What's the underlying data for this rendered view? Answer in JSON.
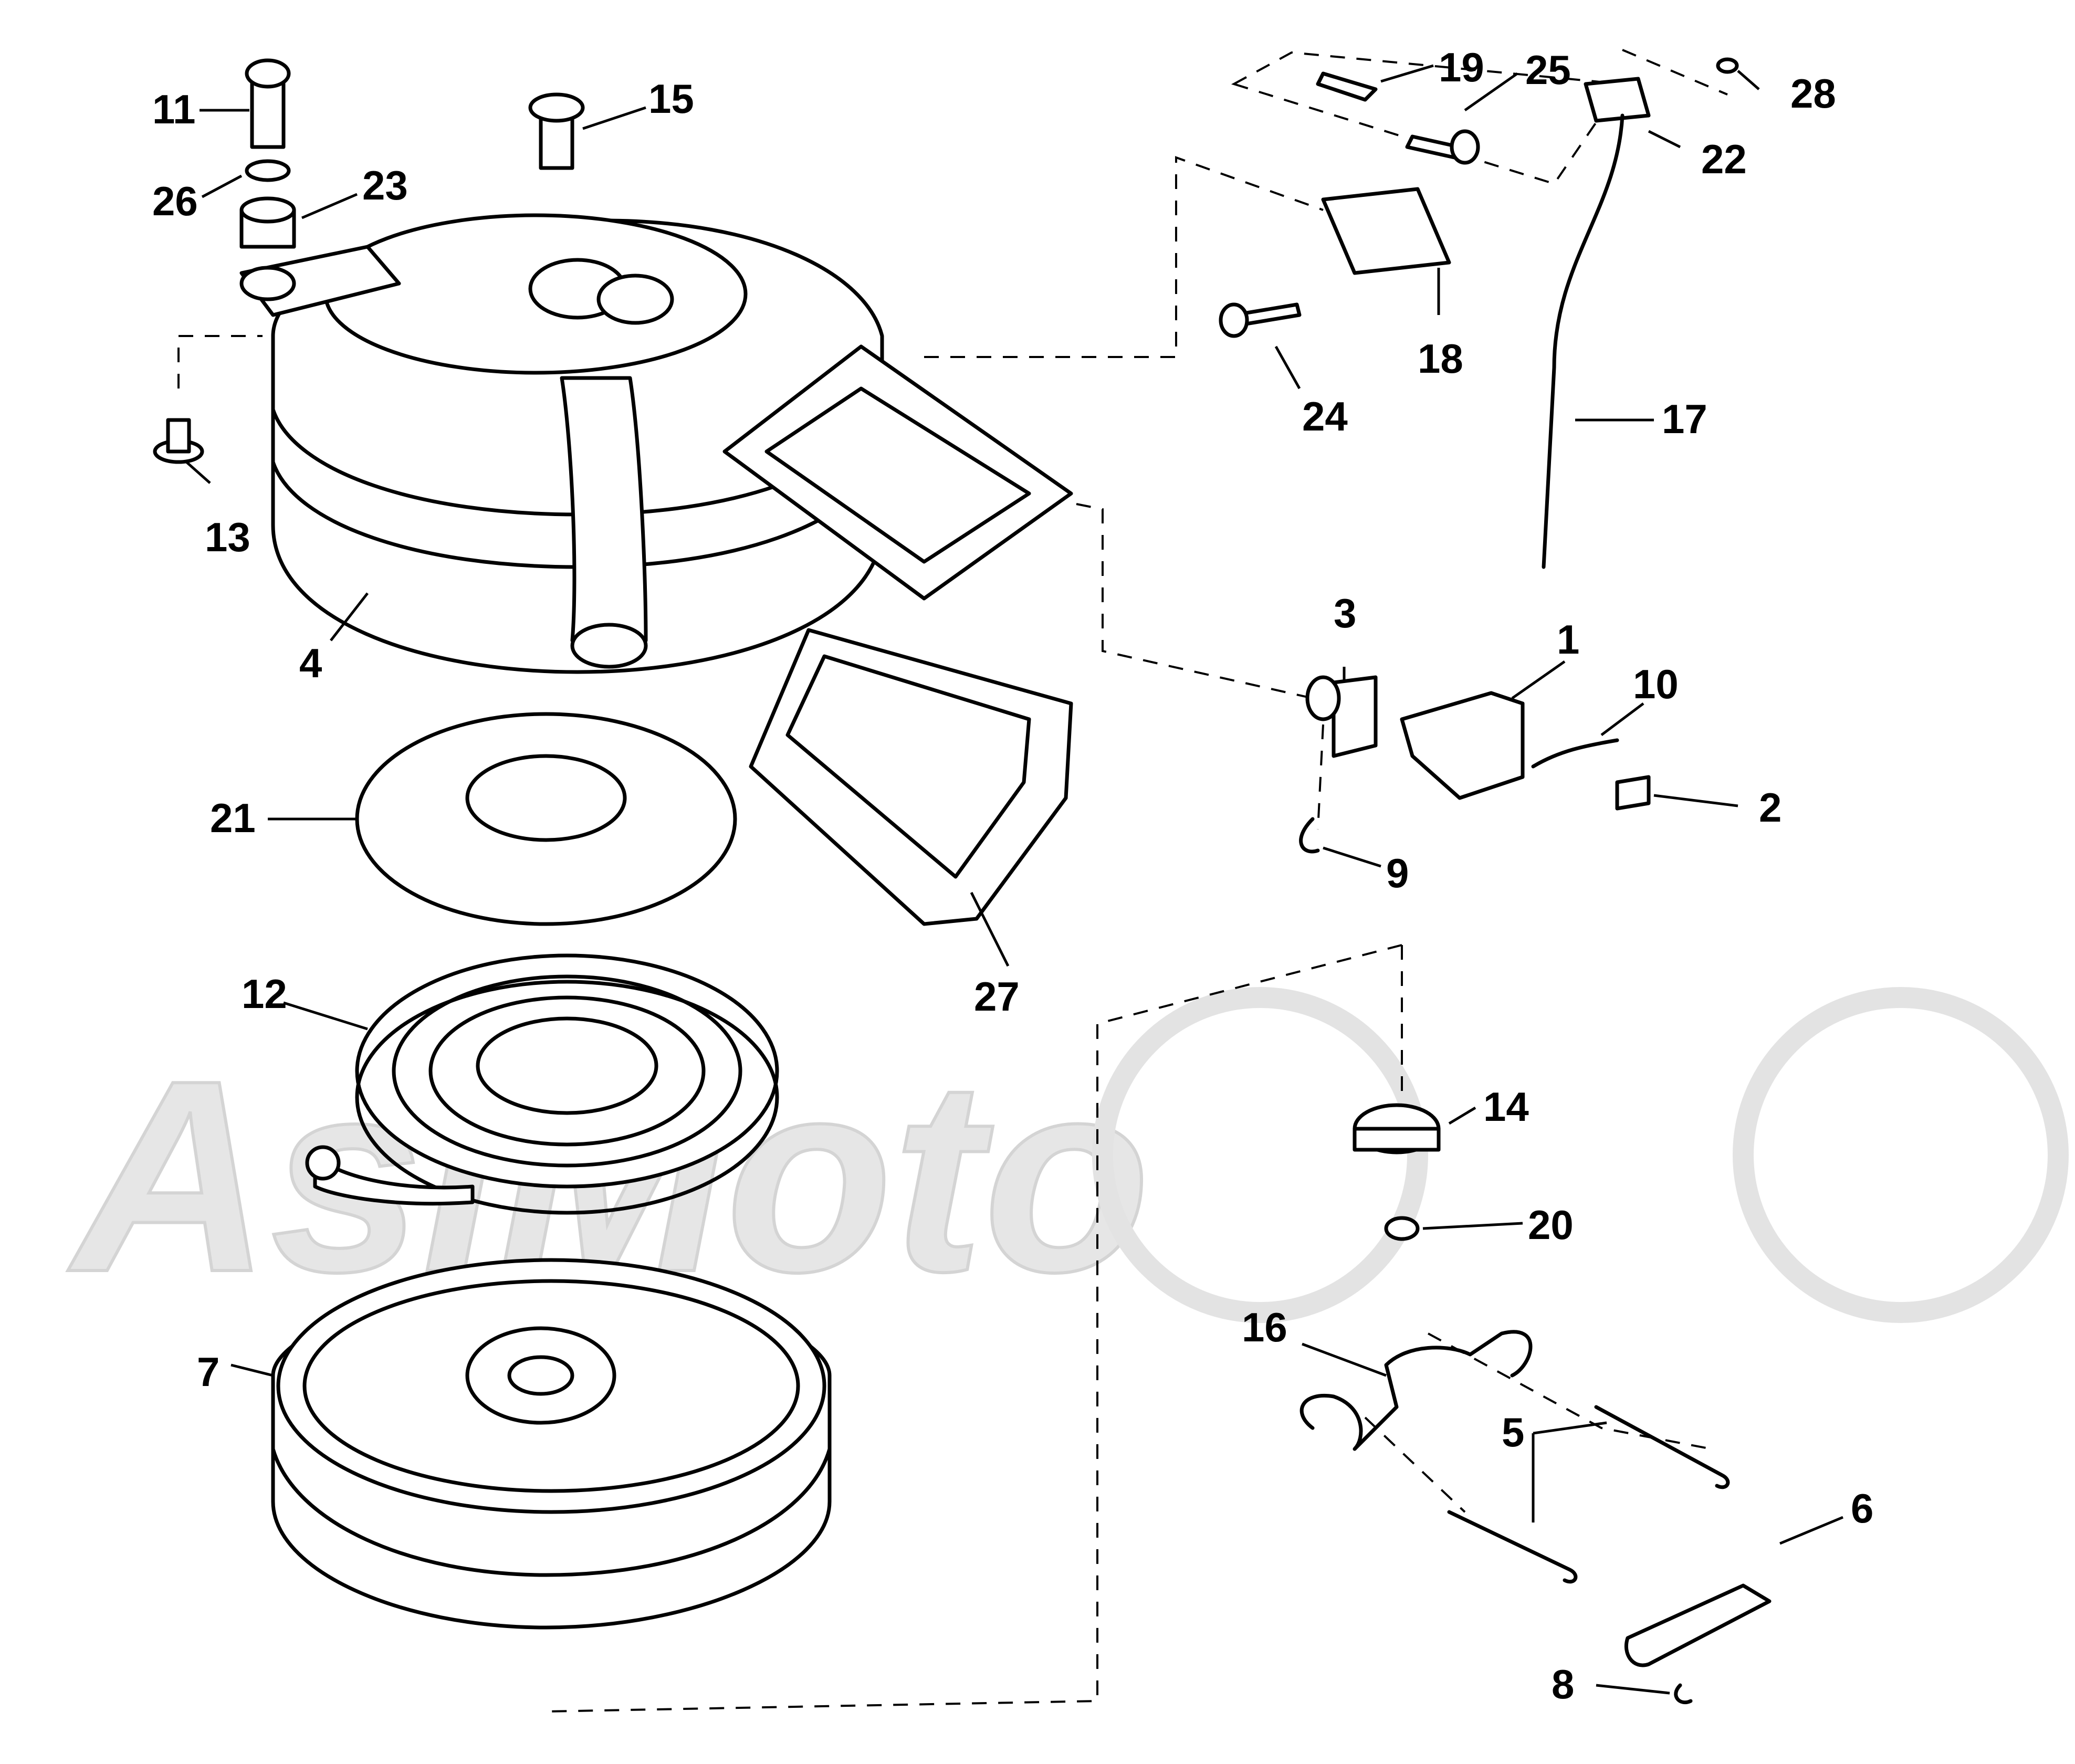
{
  "diagram": {
    "watermark": "AsiMoto",
    "callouts": [
      {
        "id": "1",
        "label": "1"
      },
      {
        "id": "2",
        "label": "2"
      },
      {
        "id": "3",
        "label": "3"
      },
      {
        "id": "4",
        "label": "4"
      },
      {
        "id": "5",
        "label": "5"
      },
      {
        "id": "6",
        "label": "6"
      },
      {
        "id": "7",
        "label": "7"
      },
      {
        "id": "8",
        "label": "8"
      },
      {
        "id": "9",
        "label": "9"
      },
      {
        "id": "10",
        "label": "10"
      },
      {
        "id": "11",
        "label": "11"
      },
      {
        "id": "12",
        "label": "12"
      },
      {
        "id": "13",
        "label": "13"
      },
      {
        "id": "14",
        "label": "14"
      },
      {
        "id": "15",
        "label": "15"
      },
      {
        "id": "16",
        "label": "16"
      },
      {
        "id": "17",
        "label": "17"
      },
      {
        "id": "18",
        "label": "18"
      },
      {
        "id": "19",
        "label": "19"
      },
      {
        "id": "20",
        "label": "20"
      },
      {
        "id": "21",
        "label": "21"
      },
      {
        "id": "22",
        "label": "22"
      },
      {
        "id": "23",
        "label": "23"
      },
      {
        "id": "24",
        "label": "24"
      },
      {
        "id": "25",
        "label": "25"
      },
      {
        "id": "26",
        "label": "26"
      },
      {
        "id": "27",
        "label": "27"
      },
      {
        "id": "28",
        "label": "28"
      }
    ]
  }
}
